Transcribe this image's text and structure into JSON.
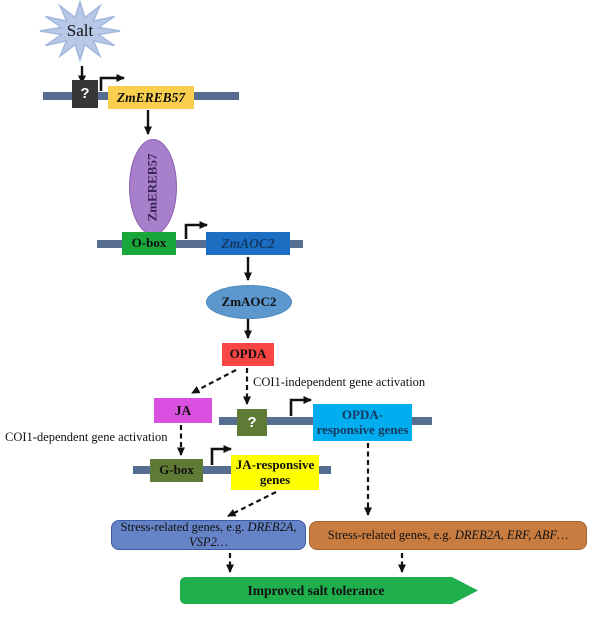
{
  "diagram": {
    "salt": "Salt",
    "unknown_factor_top": "?",
    "zmereb57_gene": "ZmEREB57",
    "zmereb57_protein": "ZmEREB57",
    "o_box": "O-box",
    "zmaoc2_gene": "ZmAOC2",
    "zmaoc2_protein": "ZmAOC2",
    "opda": "OPDA",
    "ja": "JA",
    "unknown_factor_mid": "?",
    "opda_responsive": {
      "line1": "OPDA-",
      "line2": "responsive genes"
    },
    "g_box": "G-box",
    "ja_responsive": {
      "line1": "JA-responsive",
      "line2": "genes"
    },
    "coi1_independent_label": "COI1-independent gene activation",
    "coi1_dependent_label": "COI1-dependent gene activation",
    "stress_left": {
      "prefix": "Stress-related genes, e.g. ",
      "genes_line1": "DREB2A,",
      "genes_line2": "VSP2…"
    },
    "stress_right": {
      "prefix": "Stress-related genes, e.g. ",
      "genes": "DREB2A, ERF, ABF…"
    },
    "outcome": "Improved salt tolerance"
  },
  "colors": {
    "promoter_bar": "#566C90",
    "salt_star": "#B7C9E6",
    "unknown_box_dark": "#363636",
    "zmereb57_gene_box": "#FBCF4E",
    "zmereb57_protein_ellipse": "#A77FCB",
    "o_box": "#19A73C",
    "zmaoc2_gene_box": "#1B6EC2",
    "zmaoc2_protein_ellipse": "#5C98CE",
    "opda_box": "#FA4545",
    "ja_box": "#D94FE0",
    "olive_box": "#5E7A35",
    "opda_responsive_box": "#00AEEF",
    "ja_responsive_box": "#FFFF00",
    "stress_left_box": "#6583C6",
    "stress_right_box": "#C97C40",
    "outcome_arrow": "#1FAF4D"
  }
}
